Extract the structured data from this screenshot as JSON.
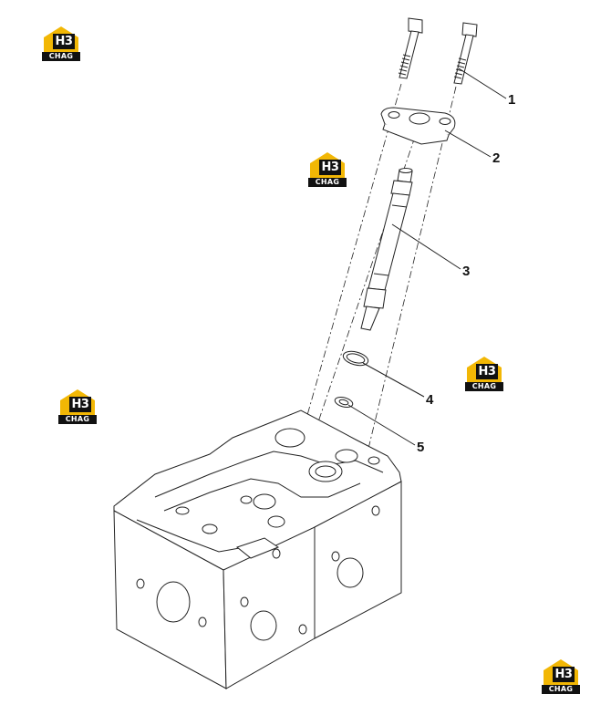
{
  "watermark": {
    "mark": "H3",
    "sub": "CHAG",
    "accent": "#f2b705",
    "dark": "#111111"
  },
  "callouts": [
    {
      "number": "1"
    },
    {
      "number": "2"
    },
    {
      "number": "3"
    },
    {
      "number": "4"
    },
    {
      "number": "5"
    }
  ],
  "line_color": "#222222"
}
